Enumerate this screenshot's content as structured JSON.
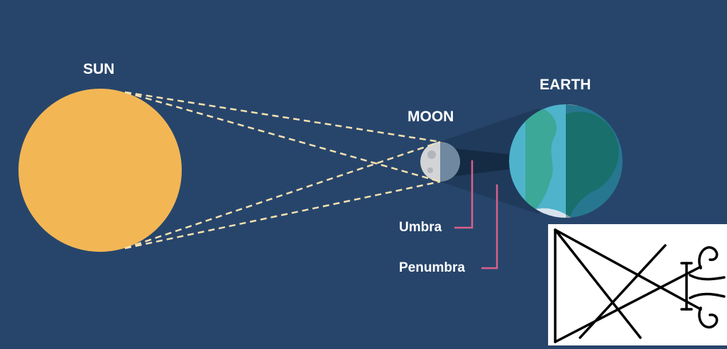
{
  "diagram": {
    "labels": {
      "sun": "SUN",
      "moon": "MOON",
      "earth": "EARTH",
      "umbra": "Umbra",
      "penumbra": "Penumbra"
    },
    "colors": {
      "background": "#27456b",
      "sun": "#f2b655",
      "ray": "#f5e0b0",
      "pointer": "#d9608a",
      "earth_ocean": "#3fb7cf",
      "earth_land": "#24a88a",
      "moon": "#d2d4d6"
    }
  }
}
